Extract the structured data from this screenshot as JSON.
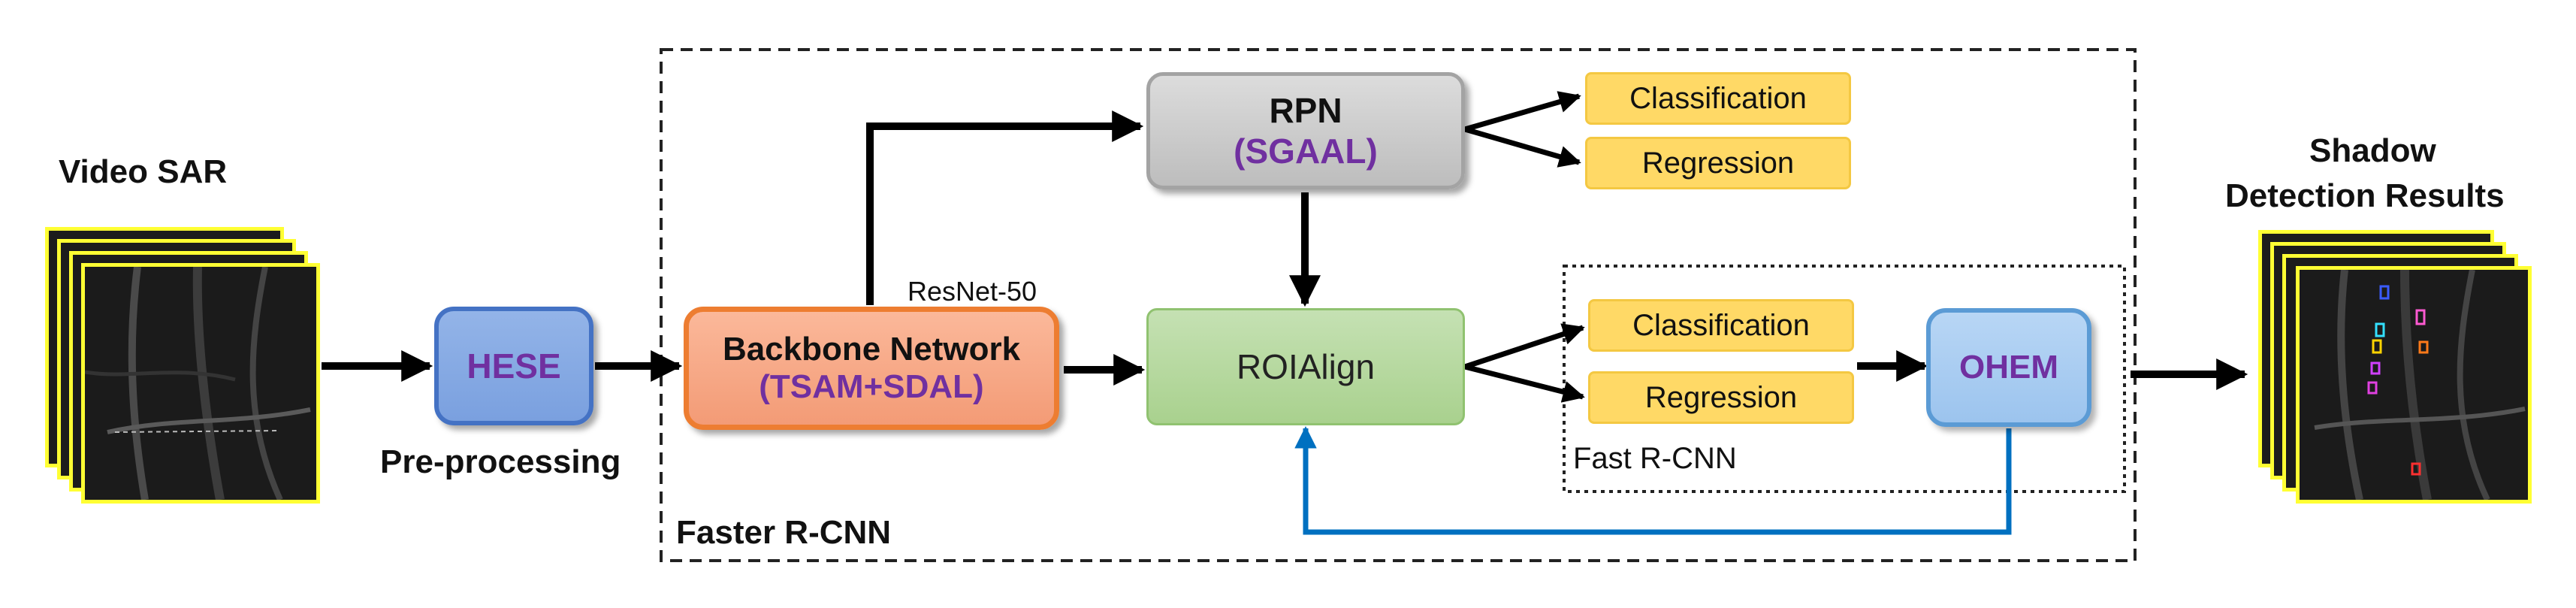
{
  "input": {
    "label": "Video SAR"
  },
  "output": {
    "label_line1": "Shadow",
    "label_line2": "Detection Results"
  },
  "hese": {
    "label": "HESE",
    "caption": "Pre-processing"
  },
  "backbone": {
    "title": "Backbone Network",
    "subtitle": "(TSAM+SDAL)",
    "note": "ResNet-50"
  },
  "rpn": {
    "title": "RPN",
    "subtitle": "(SGAAL)",
    "outputs": [
      "Classification",
      "Regression"
    ]
  },
  "roialign": {
    "label": "ROIAlign"
  },
  "fast_rcnn": {
    "label": "Fast R-CNN",
    "outputs": [
      "Classification",
      "Regression"
    ]
  },
  "ohem": {
    "label": "OHEM"
  },
  "faster_rcnn": {
    "label": "Faster R-CNN"
  },
  "colors": {
    "purple_text": "#7030a0",
    "frame_yellow": "#ffff33",
    "feedback_blue": "#0070c0",
    "hese_border": "#4472c4",
    "backbone_border": "#ed7d31",
    "ohem_border": "#5b9bd5",
    "label_yellow": "#ffd966",
    "roialign_green": "#a9d18e",
    "rpn_gray": "#bfbfbf"
  }
}
